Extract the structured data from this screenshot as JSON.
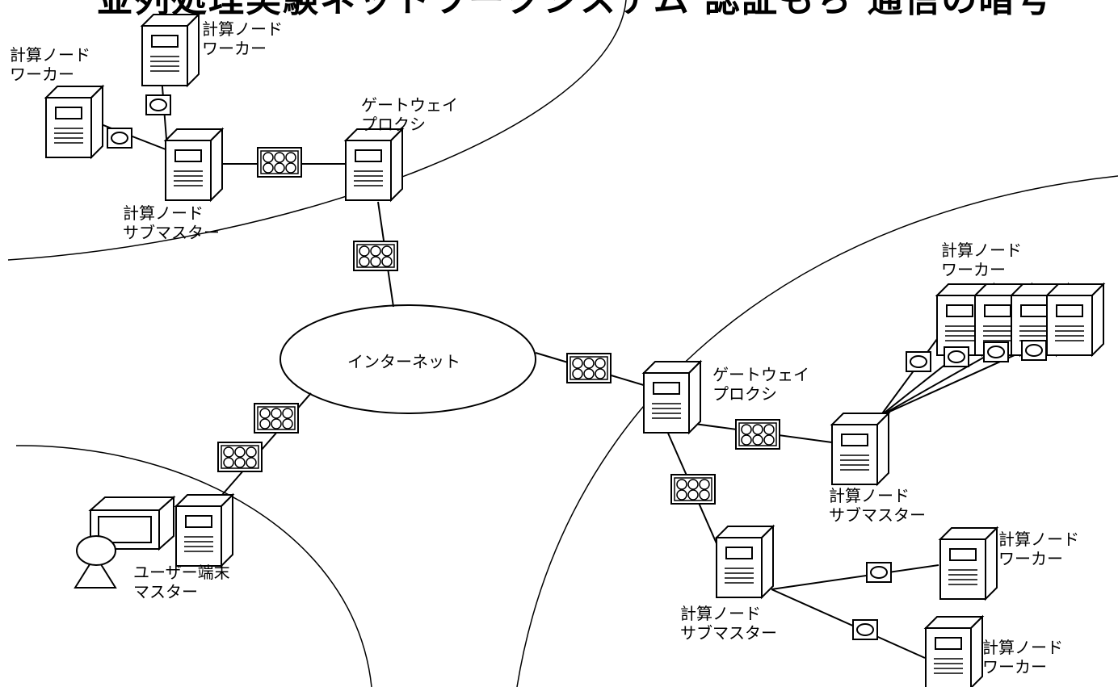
{
  "title": "並列処理実験ネットワークシステム 認証もち 通信の暗号",
  "internet": {
    "label": "インターネット"
  },
  "nodes": [
    {
      "id": "w-top1",
      "role": "worker",
      "label": "計算ノード\nワーカー"
    },
    {
      "id": "w-top2",
      "role": "worker",
      "label": "計算ノード\nワーカー"
    },
    {
      "id": "sm-top",
      "role": "submaster",
      "label": "計算ノード\nサブマスター"
    },
    {
      "id": "gw-top",
      "role": "gateway",
      "label": "ゲートウェイ\nプロクシ"
    },
    {
      "id": "gw-right",
      "role": "gateway",
      "label": "ゲートウェイ\nプロクシ"
    },
    {
      "id": "w-right-group",
      "role": "worker",
      "label": "計算ノード\nワーカー"
    },
    {
      "id": "sm-right1",
      "role": "submaster",
      "label": "計算ノード\nサブマスター"
    },
    {
      "id": "sm-right2",
      "role": "submaster",
      "label": "計算ノード\nサブマスター"
    },
    {
      "id": "w-right1",
      "role": "worker",
      "label": "計算ノード\nワーカー"
    },
    {
      "id": "w-right2",
      "role": "worker",
      "label": "計算ノード\nワーカー"
    },
    {
      "id": "master",
      "role": "master",
      "label": "ユーザー端末\nマスター"
    }
  ],
  "legend_icons": {
    "single_lock": "single-encryption-icon",
    "multi_lock": "multi-encryption-icon"
  }
}
